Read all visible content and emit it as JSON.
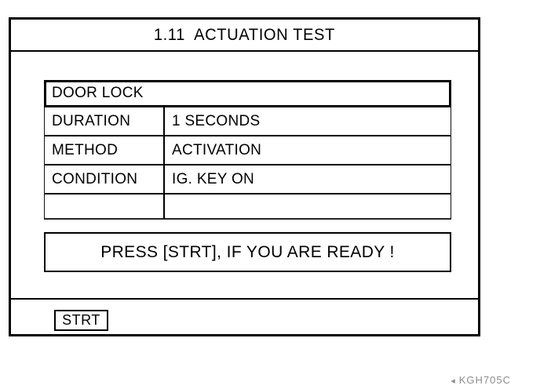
{
  "screen": {
    "title": "1.11  ACTUATION TEST"
  },
  "parameter_table": {
    "header": "DOOR LOCK",
    "rows": [
      {
        "label": "DURATION",
        "value": "1 SECONDS"
      },
      {
        "label": "METHOD",
        "value": "ACTIVATION"
      },
      {
        "label": "CONDITION",
        "value": "IG. KEY ON"
      },
      {
        "label": "",
        "value": ""
      }
    ]
  },
  "message": {
    "text": "PRESS [STRT], IF YOU ARE READY !"
  },
  "softkeys": [
    {
      "label": "STRT"
    }
  ],
  "figure_reference": {
    "mark": "◂",
    "code": "KGH705C"
  },
  "colors": {
    "ink": "#000000",
    "paper": "#ffffff",
    "faint": "#8d8d8d"
  }
}
